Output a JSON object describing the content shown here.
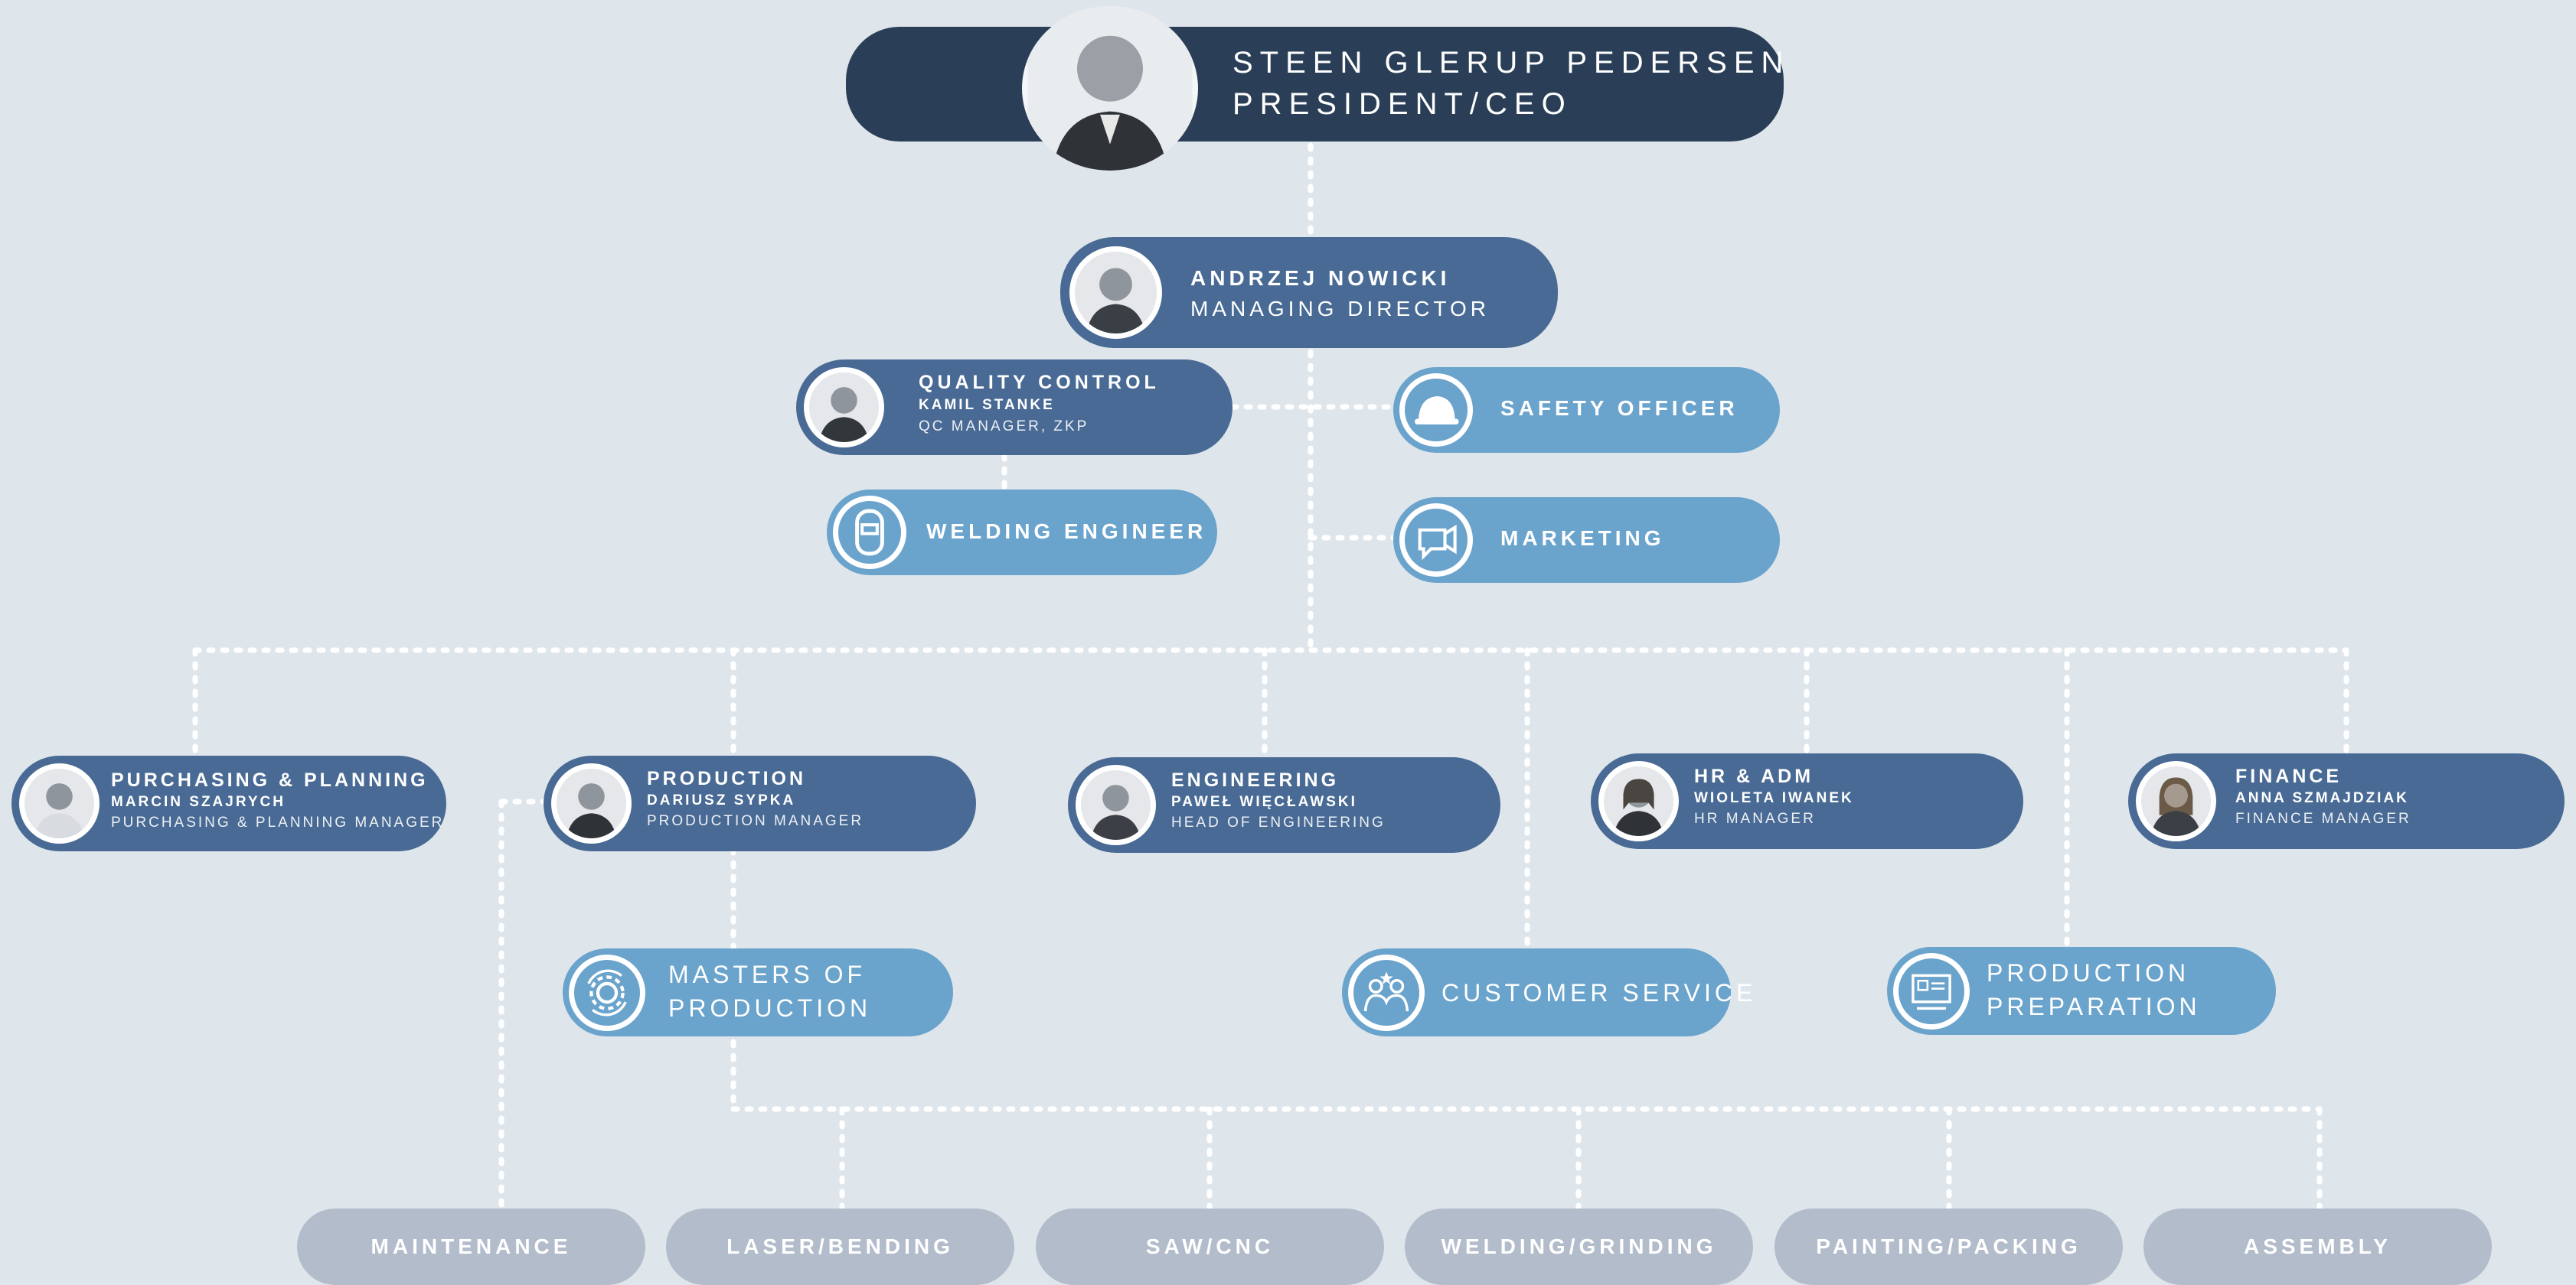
{
  "ceo": {
    "name": "STEEN GLERUP PEDERSEN",
    "title": "PRESIDENT/CEO"
  },
  "md": {
    "name": "ANDRZEJ NOWICKI",
    "title": "MANAGING DIRECTOR"
  },
  "quality": {
    "dept": "QUALITY CONTROL",
    "name": "KAMIL STANKE",
    "title": "QC MANAGER, ZKP"
  },
  "welding_engineer": "WELDING ENGINEER",
  "safety_officer": "SAFETY OFFICER",
  "marketing": "MARKETING",
  "departments": [
    {
      "dept": "PURCHASING & PLANNING",
      "name": "MARCIN SZAJRYCH",
      "title": "PURCHASING & PLANNING MANAGER"
    },
    {
      "dept": "PRODUCTION",
      "name": "DARIUSZ SYPKA",
      "title": "PRODUCTION MANAGER"
    },
    {
      "dept": "ENGINEERING",
      "name": "PAWEŁ WIĘCŁAWSKI",
      "title": "HEAD OF ENGINEERING"
    },
    {
      "dept": "HR & ADM",
      "name": "WIOLETA IWANEK",
      "title": "HR MANAGER"
    },
    {
      "dept": "FINANCE",
      "name": "ANNA SZMAJDZIAK",
      "title": "FINANCE MANAGER"
    }
  ],
  "masters": {
    "line1": "MASTERS OF",
    "line2": "PRODUCTION"
  },
  "customer_service": "CUSTOMER SERVICE",
  "production_preparation": {
    "line1": "PRODUCTION",
    "line2": "PREPARATION"
  },
  "units": [
    "MAINTENANCE",
    "LASER/BENDING",
    "SAW/CNC",
    "WELDING/GRINDING",
    "PAINTING/PACKING",
    "ASSEMBLY"
  ],
  "colors": {
    "background": "#dfe6eb",
    "dark": "#2a3f57",
    "mid": "#486a94",
    "light": "#6aa3cc",
    "grey": "#b3bccb"
  },
  "icons": [
    "portrait-photo",
    "helmet-icon",
    "welding-mask-icon",
    "megaphone-icon",
    "gear-cycle-icon",
    "handshake-icon",
    "blueprint-icon"
  ]
}
